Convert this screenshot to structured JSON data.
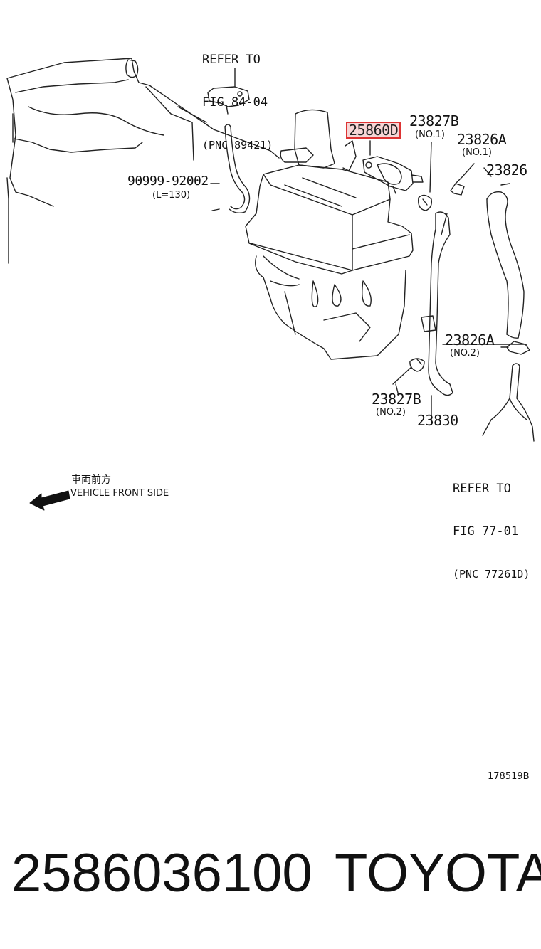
{
  "refs": [
    {
      "lines": [
        "REFER TO",
        "FIG 84-04",
        "(PNC 89421)"
      ]
    },
    {
      "lines": [
        "REFER TO",
        "FIG 77-01",
        "(PNC 77261D)"
      ]
    }
  ],
  "parts": [
    {
      "number": "25860D",
      "sub": "",
      "highlighted": true
    },
    {
      "number": "23827B",
      "sub": "(NO.1)"
    },
    {
      "number": "23826A",
      "sub": "(NO.1)"
    },
    {
      "number": "23826",
      "sub": ""
    },
    {
      "number": "90999-92002",
      "sub": "(L=130)"
    },
    {
      "number": "23826A",
      "sub": "(NO.2)"
    },
    {
      "number": "23827B",
      "sub": "(NO.2)"
    },
    {
      "number": "23830",
      "sub": ""
    }
  ],
  "direction": {
    "jp": "車両前方",
    "en": "VEHICLE FRONT SIDE"
  },
  "figure_id": "178519B",
  "footer": {
    "part_number": "2586036100",
    "brand": "TOYOTA"
  },
  "colors": {
    "highlight_border": "#d33333",
    "highlight_fill": "#f6d6d6",
    "line": "#222222"
  }
}
